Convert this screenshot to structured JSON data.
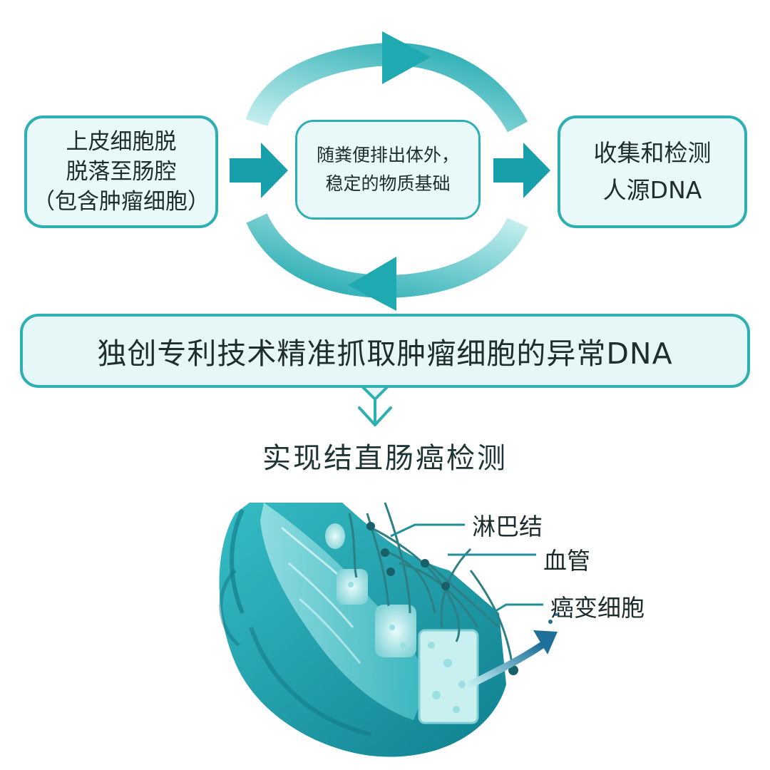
{
  "flow": {
    "left_box": "上皮细胞脱\n脱落至肠腔\n（包含肿瘤细胞）",
    "center_box": "随粪便排出体外，\n稳定的物质基础",
    "right_box": "收集和检测\n人源DNA"
  },
  "banner": {
    "text": "独创专利技术精准抓取肿瘤细胞的异常DNA"
  },
  "result": {
    "text": "实现结直肠癌检测"
  },
  "illustration": {
    "labels": {
      "lymph_node": "淋巴结",
      "blood_vessel": "血管",
      "cancer_cell": "癌变细胞"
    }
  },
  "colors": {
    "accent": "#2eb0b3",
    "box_fill": "#e9f8f8",
    "teal_dark": "#1a8b98",
    "teal_light": "#8fdde0"
  }
}
